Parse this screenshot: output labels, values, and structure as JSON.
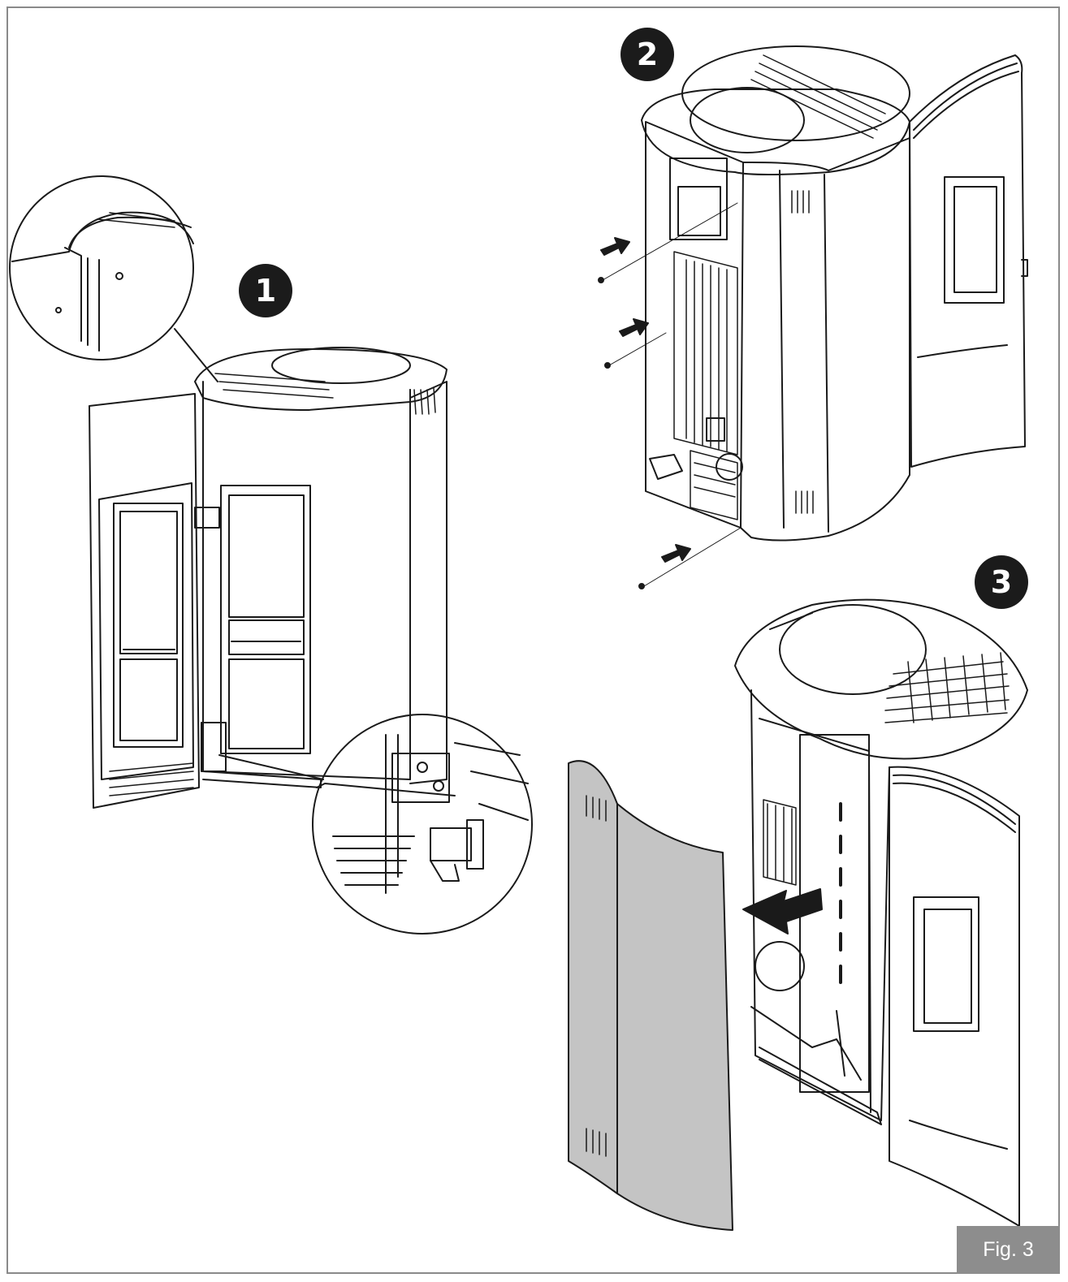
{
  "steps": [
    {
      "label": "1"
    },
    {
      "label": "2"
    },
    {
      "label": "3"
    }
  ],
  "figure": {
    "label": "Fig. 3"
  },
  "colors": {
    "badge": "#1b1b1b",
    "panel_fill": "#c4c4c4",
    "label_bg": "#8d8d8d",
    "line": "#1a1a1a"
  }
}
